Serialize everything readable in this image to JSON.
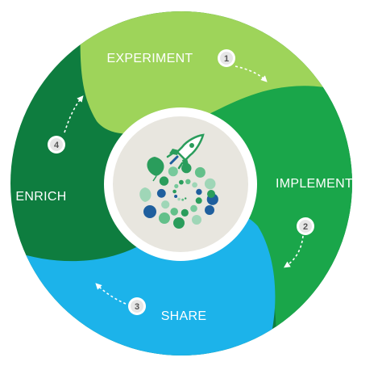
{
  "cycle": {
    "stages": [
      {
        "id": "experiment",
        "label": "EXPERIMENT",
        "step": "1",
        "color": "#9ed45a"
      },
      {
        "id": "implement",
        "label": "IMPLEMENT",
        "step": "2",
        "color": "#1aa64a"
      },
      {
        "id": "share",
        "label": "SHARE",
        "step": "3",
        "color": "#1cb3ea"
      },
      {
        "id": "enrich",
        "label": "ENRICH",
        "step": "4",
        "color": "#0e7d3f"
      }
    ],
    "center": {
      "background": "#e8e6df",
      "ring_color": "#ffffff",
      "icons": [
        "rocket-icon",
        "balloon-icon",
        "dot-spiral-icon"
      ]
    },
    "arrow_color": "#ffffff"
  }
}
